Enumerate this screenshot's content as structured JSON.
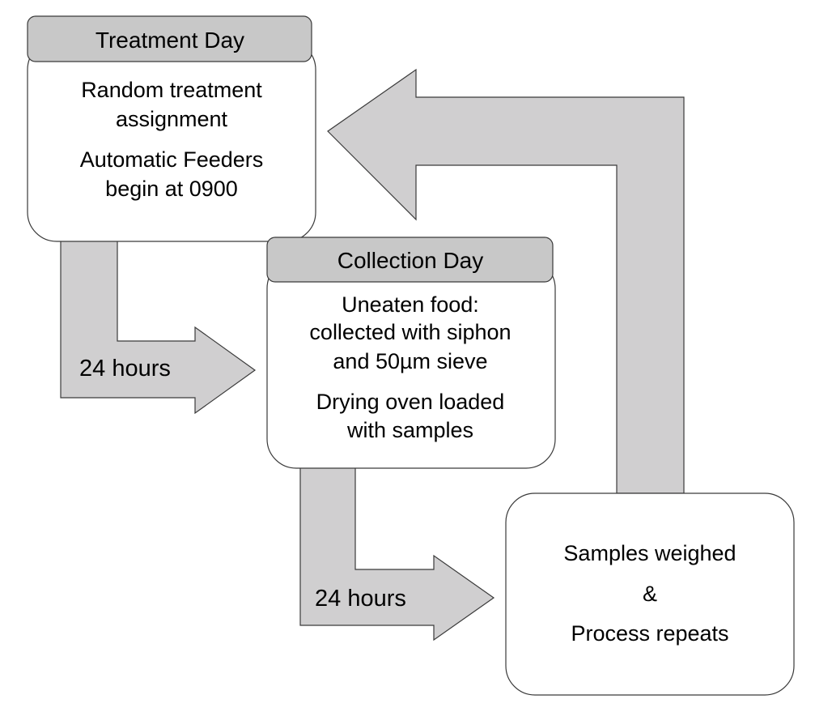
{
  "colors": {
    "arrow_fill": "#d0cfd0",
    "header_fill": "#c8c8c8",
    "box_fill": "#ffffff",
    "stroke": "#3a3a3a"
  },
  "treatment": {
    "header": "Treatment Day",
    "lines": [
      "Random treatment",
      "assignment",
      "Automatic Feeders",
      "begin at 0900"
    ]
  },
  "collection": {
    "header": "Collection Day",
    "lines": [
      "Uneaten food:",
      "collected with siphon",
      "and 50µm sieve",
      "Drying oven loaded",
      "with samples"
    ]
  },
  "final": {
    "lines": [
      "Samples weighed",
      "&",
      "Process repeats"
    ]
  },
  "arrows": {
    "first_label": "24 hours",
    "second_label": "24 hours"
  }
}
